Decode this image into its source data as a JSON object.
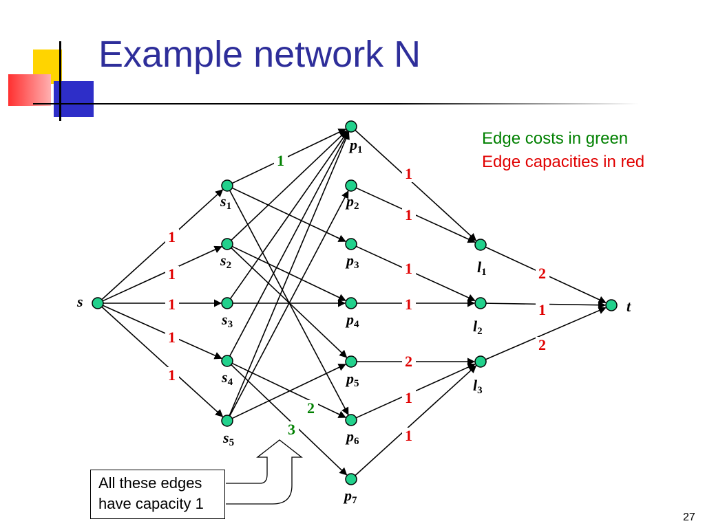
{
  "slide": {
    "title": "Example network N",
    "page_number": "27",
    "legend": {
      "costs": "Edge costs in green",
      "capacities": "Edge capacities in red"
    },
    "callout": {
      "line1": "All these edges",
      "line2": "have capacity 1"
    }
  },
  "colors": {
    "title": "#2E2E9A",
    "cost": "#008000",
    "capacity": "#E00000",
    "node": "#22D18C",
    "deco_yellow": "#FFD400",
    "deco_blue": "#2E2EC8",
    "deco_red": "#FF3030"
  },
  "network": {
    "nodes": [
      {
        "id": "s",
        "base": "s",
        "sub": ""
      },
      {
        "id": "s1",
        "base": "s",
        "sub": "1"
      },
      {
        "id": "s2",
        "base": "s",
        "sub": "2"
      },
      {
        "id": "s3",
        "base": "s",
        "sub": "3"
      },
      {
        "id": "s4",
        "base": "s",
        "sub": "4"
      },
      {
        "id": "s5",
        "base": "s",
        "sub": "5"
      },
      {
        "id": "p1",
        "base": "p",
        "sub": "1"
      },
      {
        "id": "p2",
        "base": "p",
        "sub": "2"
      },
      {
        "id": "p3",
        "base": "p",
        "sub": "3"
      },
      {
        "id": "p4",
        "base": "p",
        "sub": "4"
      },
      {
        "id": "p5",
        "base": "p",
        "sub": "5"
      },
      {
        "id": "p6",
        "base": "p",
        "sub": "6"
      },
      {
        "id": "p7",
        "base": "p",
        "sub": "7"
      },
      {
        "id": "l1",
        "base": "l",
        "sub": "1"
      },
      {
        "id": "l2",
        "base": "l",
        "sub": "2"
      },
      {
        "id": "l3",
        "base": "l",
        "sub": "3"
      },
      {
        "id": "t",
        "base": "t",
        "sub": ""
      }
    ],
    "edges": [
      {
        "from": "s",
        "to": "s1",
        "capacity": "1"
      },
      {
        "from": "s",
        "to": "s2",
        "capacity": "1"
      },
      {
        "from": "s",
        "to": "s3",
        "capacity": "1"
      },
      {
        "from": "s",
        "to": "s4",
        "capacity": "1"
      },
      {
        "from": "s",
        "to": "s5",
        "capacity": "1"
      },
      {
        "from": "s1",
        "to": "p1",
        "cost": "1"
      },
      {
        "from": "s1",
        "to": "p3"
      },
      {
        "from": "s1",
        "to": "p6"
      },
      {
        "from": "s2",
        "to": "p1"
      },
      {
        "from": "s2",
        "to": "p4"
      },
      {
        "from": "s2",
        "to": "p5"
      },
      {
        "from": "s3",
        "to": "p1"
      },
      {
        "from": "s3",
        "to": "p4"
      },
      {
        "from": "s4",
        "to": "p1"
      },
      {
        "from": "s4",
        "to": "p6",
        "cost": "2"
      },
      {
        "from": "s4",
        "to": "p7",
        "cost": "3"
      },
      {
        "from": "s5",
        "to": "p1"
      },
      {
        "from": "s5",
        "to": "p2"
      },
      {
        "from": "s5",
        "to": "p5"
      },
      {
        "from": "p1",
        "to": "l1",
        "capacity": "1"
      },
      {
        "from": "p2",
        "to": "l1",
        "capacity": "1"
      },
      {
        "from": "p3",
        "to": "l2",
        "capacity": "1"
      },
      {
        "from": "p4",
        "to": "l2",
        "capacity": "1"
      },
      {
        "from": "p5",
        "to": "l3",
        "capacity": "2"
      },
      {
        "from": "p6",
        "to": "l3",
        "capacity": "1"
      },
      {
        "from": "p7",
        "to": "l3",
        "capacity": "1"
      },
      {
        "from": "l1",
        "to": "t",
        "capacity": "2"
      },
      {
        "from": "l2",
        "to": "t",
        "capacity": "1"
      },
      {
        "from": "l3",
        "to": "t",
        "capacity": "2"
      }
    ]
  }
}
